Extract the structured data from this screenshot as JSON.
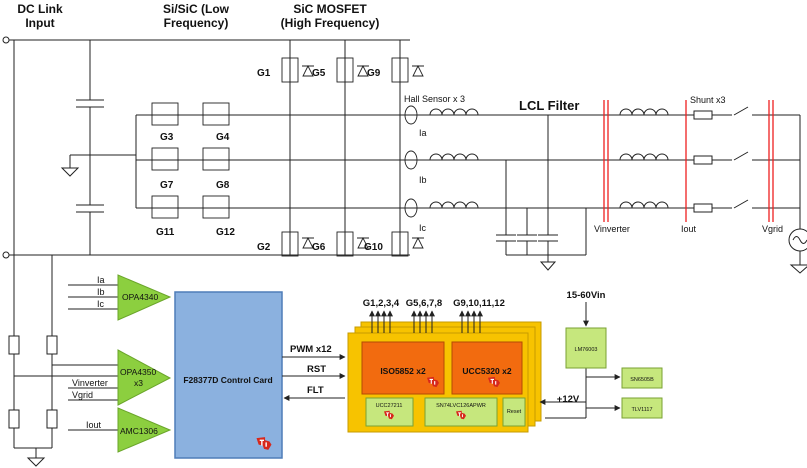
{
  "headers": {
    "dc_link": [
      "DC Link",
      "Input"
    ],
    "si_sic": [
      "Si/SiC (Low",
      "Frequency)"
    ],
    "sic_mosfet": [
      "SiC MOSFET",
      "(High Frequency)"
    ]
  },
  "switches": {
    "hf_top": [
      "G1",
      "G5",
      "G9"
    ],
    "hf_bottom": [
      "G2",
      "G6",
      "G10"
    ],
    "lf_row1": [
      "G3",
      "G4"
    ],
    "lf_row2": [
      "G7",
      "G8"
    ],
    "lf_row3": [
      "G11",
      "G12"
    ]
  },
  "sensors": {
    "hall_title": "Hall Sensor x 3",
    "phase_labels": [
      "Ia",
      "Ib",
      "Ic"
    ],
    "lcl_filter": "LCL Filter",
    "shunt": "Shunt x3",
    "vinverter": "Vinverter",
    "iout": "Iout",
    "vgrid": "Vgrid"
  },
  "amplifiers": {
    "opa4340": {
      "label": "OPA4340",
      "inputs": [
        "Ia",
        "Ib",
        "Ic"
      ]
    },
    "opa4350": {
      "label": [
        "OPA4350",
        "x3"
      ],
      "inputs": [
        "Vinverter",
        "Vgrid"
      ]
    },
    "amc1306": {
      "label": "AMC1306",
      "input": "Iout"
    }
  },
  "control_card": "F28377D Control Card",
  "signals": {
    "pwm": "PWM x12",
    "rst": "RST",
    "flt": "FLT"
  },
  "gate_outputs": [
    "G1,2,3,4",
    "G5,6,7,8",
    "G9,10,11,12"
  ],
  "driver_board": {
    "iso5852": "ISO5852 x2",
    "ucc5320": "UCC5320 x2",
    "ucc27211": "UCC27211",
    "buffer": "SN74LVC126APWR",
    "reset": "Reset"
  },
  "power": {
    "vin": "15-60Vin",
    "lm": "LM76003",
    "sn": "SN6505B",
    "tlv": "TLV1117",
    "rail": "+12V"
  },
  "colors": {
    "amp_green": "#8ccf3f",
    "card_blue": "#8bb1df",
    "board_yellow": "#f7c300",
    "chip_orange": "#f26b0f",
    "module_green": "#c6e77d",
    "filter_red": "#ee2020",
    "ti_red": "#d7281c"
  }
}
